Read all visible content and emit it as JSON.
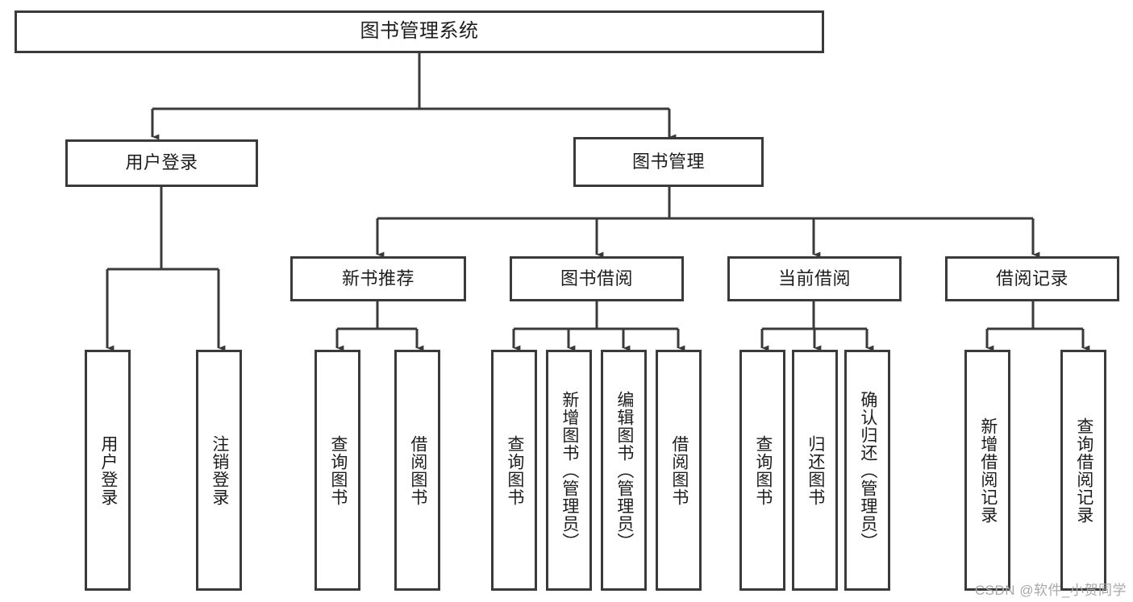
{
  "diagram": {
    "type": "tree-hierarchy",
    "root": {
      "id": "root",
      "label": "图书管理系统"
    },
    "level2": [
      {
        "id": "user-login",
        "label": "用户登录"
      },
      {
        "id": "book-management",
        "label": "图书管理"
      }
    ],
    "level3": [
      {
        "id": "new-book-recommend",
        "label": "新书推荐",
        "parent": "book-management"
      },
      {
        "id": "book-borrow",
        "label": "图书借阅",
        "parent": "book-management"
      },
      {
        "id": "current-borrow",
        "label": "当前借阅",
        "parent": "book-management"
      },
      {
        "id": "borrow-record",
        "label": "借阅记录",
        "parent": "book-management"
      }
    ],
    "leaves": [
      {
        "id": "leaf-user-login",
        "label": "用户登录",
        "parent": "user-login"
      },
      {
        "id": "leaf-logout-login",
        "label": "注销登录",
        "parent": "user-login"
      },
      {
        "id": "leaf-query-book-1",
        "label": "查询图书",
        "parent": "new-book-recommend"
      },
      {
        "id": "leaf-borrow-book-1",
        "label": "借阅图书",
        "parent": "new-book-recommend"
      },
      {
        "id": "leaf-query-book-2",
        "label": "查询图书",
        "parent": "book-borrow"
      },
      {
        "id": "leaf-add-book",
        "label": "新增图书（管理员）",
        "parent": "book-borrow"
      },
      {
        "id": "leaf-edit-book",
        "label": "编辑图书（管理员）",
        "parent": "book-borrow"
      },
      {
        "id": "leaf-borrow-book-2",
        "label": "借阅图书",
        "parent": "book-borrow"
      },
      {
        "id": "leaf-query-book-3",
        "label": "查询图书",
        "parent": "current-borrow"
      },
      {
        "id": "leaf-return-book",
        "label": "归还图书",
        "parent": "current-borrow"
      },
      {
        "id": "leaf-confirm-return",
        "label": "确认归还（管理员）",
        "parent": "current-borrow"
      },
      {
        "id": "leaf-add-record",
        "label": "新增借阅记录",
        "parent": "borrow-record"
      },
      {
        "id": "leaf-query-record",
        "label": "查询借阅记录",
        "parent": "borrow-record"
      }
    ],
    "watermark": "CSDN @软件_小贺同学",
    "colors": {
      "stroke": "#3a3a3a",
      "text": "#1d1d1d",
      "background": "#ffffff",
      "watermark": "#a8a8a8"
    }
  }
}
